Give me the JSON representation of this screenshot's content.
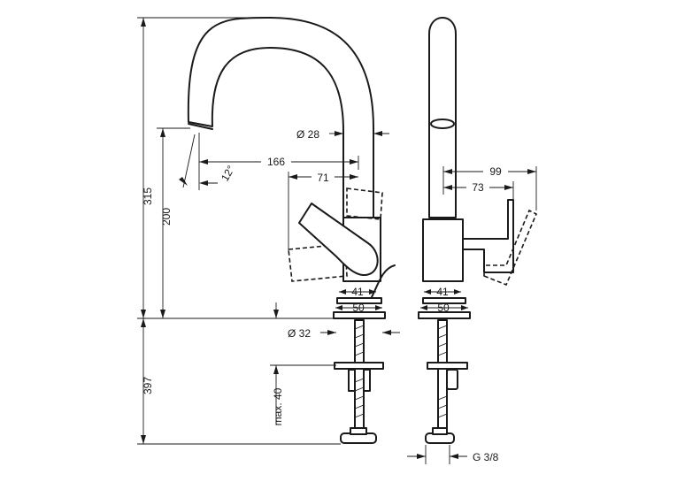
{
  "dimensions": {
    "total_height": "315",
    "spout_height": "200",
    "below_deck": "397",
    "max_deck_thickness": "max. 40",
    "spout_reach": "166",
    "handle_reach": "71",
    "spout_diameter": "Ø 28",
    "body_41_front": "41",
    "base_50_front": "50",
    "shank_diameter": "Ø 32",
    "side_reach_99": "99",
    "side_reach_73": "73",
    "body_41_side": "41",
    "base_50_side": "50",
    "connection": "G 3/8",
    "spray_angle": "12°"
  }
}
